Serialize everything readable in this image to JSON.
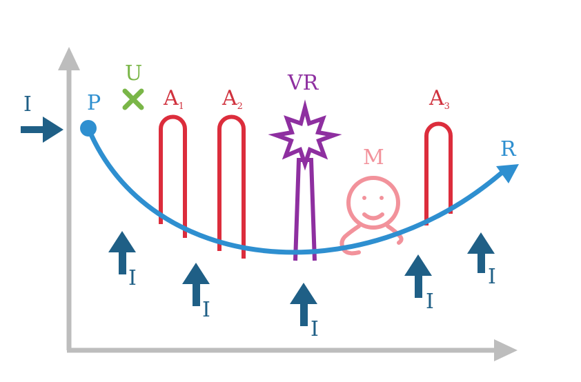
{
  "labels": {
    "P": "P",
    "U": "U",
    "A1": "A",
    "A1_sub": "1",
    "A2": "A",
    "A2_sub": "2",
    "A3": "A",
    "A3_sub": "3",
    "VR": "VR",
    "M": "M",
    "R": "R",
    "I": "I"
  },
  "colors": {
    "axis": "#bdbdbd",
    "curve": "#2e8fd0",
    "arrow_i": "#1f5f86",
    "label_i": "#1f5f86",
    "a_shape": "#dc2d3c",
    "a_label": "#d0323e",
    "vr": "#8e2fa0",
    "u": "#7ab648",
    "m": "#f2929b"
  }
}
